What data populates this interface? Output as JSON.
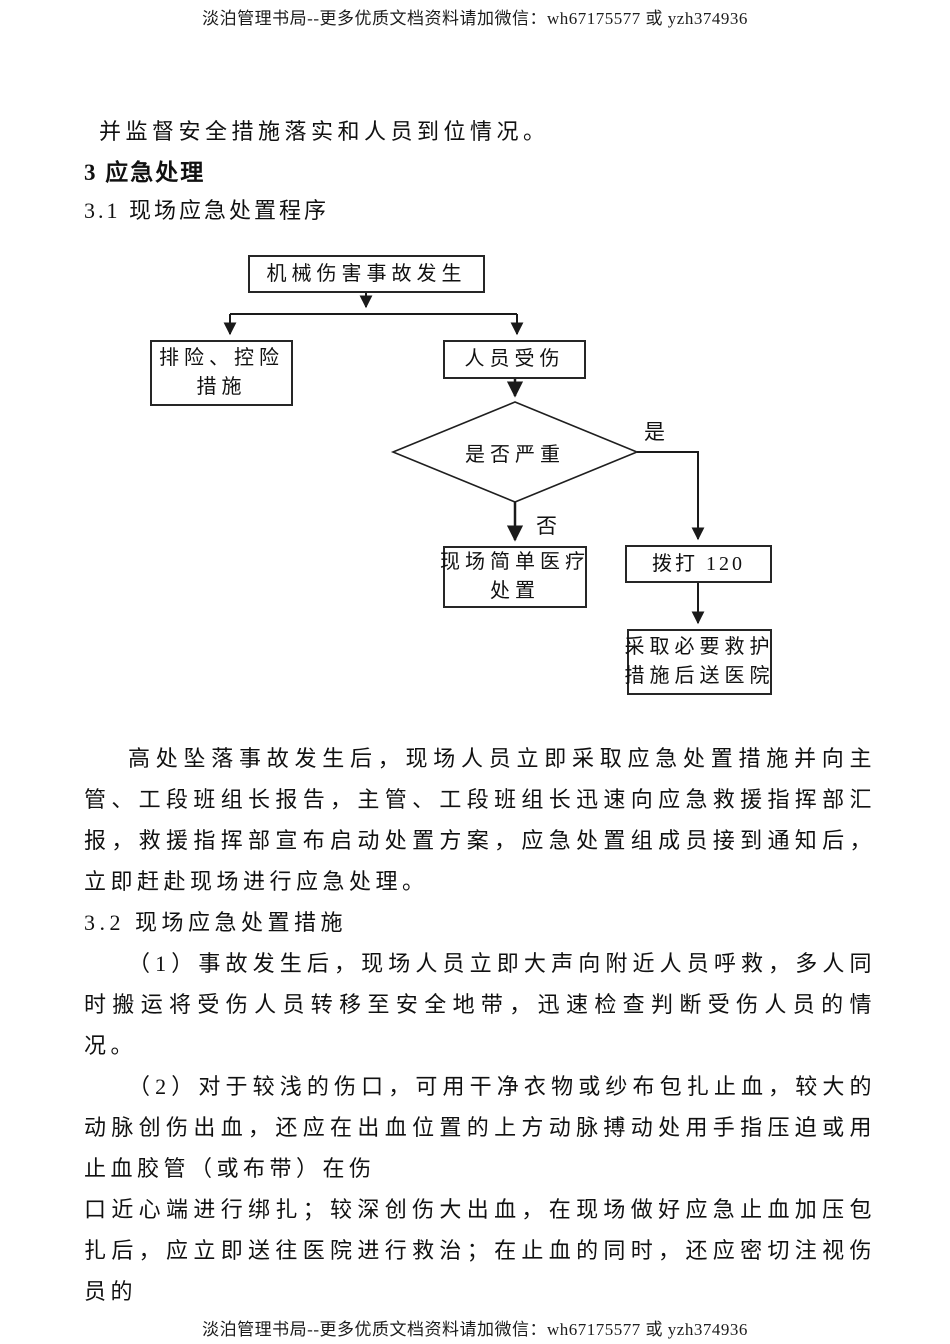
{
  "header": {
    "text": "淡泊管理书局--更多优质文档资料请加微信：wh67175577 或 yzh374936"
  },
  "footer": {
    "text": "淡泊管理书局--更多优质文档资料请加微信：wh67175577 或 yzh374936"
  },
  "intro": {
    "line1": "并监督安全措施落实和人员到位情况。",
    "heading": "3 应急处理",
    "subheading": "3.1 现场应急处置程序"
  },
  "flowchart": {
    "start": "机械伤害事故发生",
    "control_line1": "排险、控险",
    "control_line2": "措施",
    "injured": "人员受伤",
    "decision": "是否严重",
    "yes_label": "是",
    "no_label": "否",
    "medical_line1": "现场简单医疗",
    "medical_line2": "处置",
    "call": "拨打 120",
    "rescue_line1": "采取必要救护",
    "rescue_line2": "措施后送医院",
    "line_color": "#1a1a1a"
  },
  "body": {
    "para1": "高处坠落事故发生后，现场人员立即采取应急处置措施并向主管、工段班组长报告，主管、工段班组长迅速向应急救援指挥部汇报，救援指挥部宣布启动处置方案，应急处置组成员接到通知后，立即赶赴现场进行应急处理。",
    "heading32": "3.2 现场应急处置措施",
    "para2": "（1）事故发生后，现场人员立即大声向附近人员呼救，多人同时搬运将受伤人员转移至安全地带，迅速检查判断受伤人员的情况。",
    "para3": "（2）对于较浅的伤口，可用干净衣物或纱布包扎止血，较大的动脉创伤出血，还应在出血位置的上方动脉搏动处用手指压迫或用止血胶管（或布带）在伤",
    "para4": "口近心端进行绑扎；较深创伤大出血，在现场做好应急止血加压包扎后，应立即送往医院进行救治；在止血的同时，还应密切注视伤员的"
  }
}
